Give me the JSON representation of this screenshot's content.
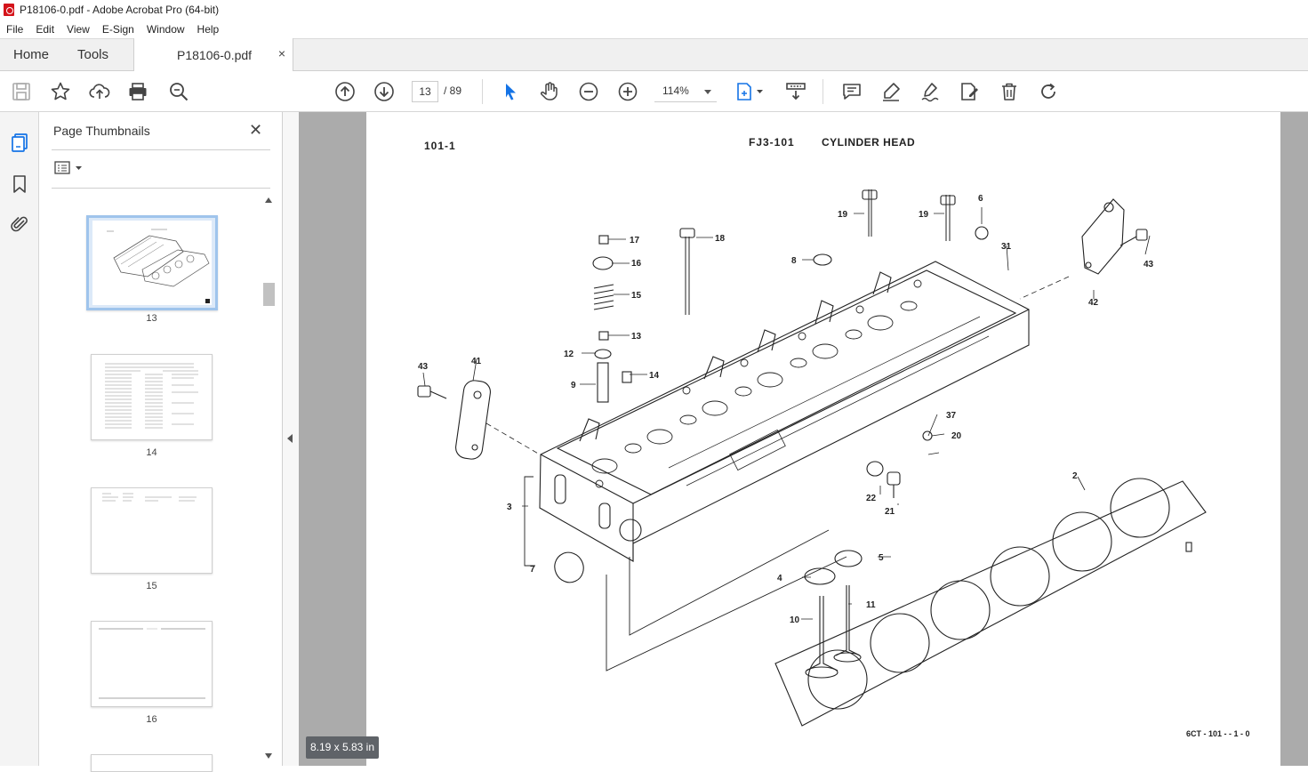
{
  "window": {
    "title": "P18106-0.pdf - Adobe Acrobat Pro (64-bit)"
  },
  "menu": [
    "File",
    "Edit",
    "View",
    "E-Sign",
    "Window",
    "Help"
  ],
  "tabs": {
    "home": "Home",
    "tools": "Tools",
    "document": "P18106-0.pdf",
    "close": "×"
  },
  "toolbar": {
    "current_page": "13",
    "page_total": "/ 89",
    "zoom": "114%"
  },
  "thumbnails": {
    "title": "Page Thumbnails",
    "close": "✕",
    "items": [
      {
        "label": "13",
        "selected": true
      },
      {
        "label": "14",
        "selected": false
      },
      {
        "label": "15",
        "selected": false
      },
      {
        "label": "16",
        "selected": false
      }
    ]
  },
  "document": {
    "header_left": "101-1",
    "header_code": "FJ3-101",
    "header_title": "CYLINDER HEAD",
    "footer": "6CT - 101 - - 1 - 0",
    "callouts": [
      "17",
      "16",
      "15",
      "13",
      "12",
      "9",
      "14",
      "18",
      "19",
      "19",
      "6",
      "8",
      "31",
      "43",
      "42",
      "43",
      "41",
      "37",
      "20",
      "22",
      "21",
      "3",
      "7",
      "2",
      "5",
      "4",
      "11",
      "10"
    ]
  },
  "status": {
    "page_size": "8.19 x 5.83 in"
  },
  "colors": {
    "accent": "#1473e6",
    "pdf_red": "#d4141b",
    "doc_bg": "#ababab",
    "thumb_selected": "#9fc4ec"
  }
}
